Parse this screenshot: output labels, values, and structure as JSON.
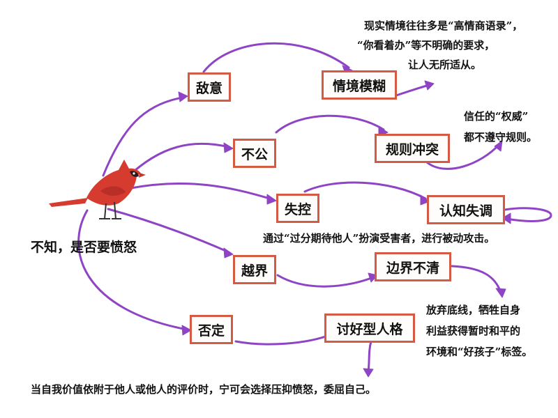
{
  "diagram": {
    "center_label": "不知，是否要愤怒",
    "nodes": {
      "diyi": "敌意",
      "qingjing": "情境模糊",
      "bugong": "不公",
      "guize": "规则冲突",
      "shikong": "失控",
      "renzhi": "认知失调",
      "yuejie": "越界",
      "bianjie": "边界不清",
      "fouding": "否定",
      "taohao": "讨好型人格"
    },
    "notes": {
      "qingjing": [
        "现实情境往往多是“高情商语录”，",
        "“你看着办”等不明确的要求，",
        "让人无所适从。"
      ],
      "guize": [
        "信任的“权威”",
        "都不遵守规则。"
      ],
      "renzhi": "通过“过分期待他人”扮演受害者，进行被动攻击。",
      "bianjie": [
        "放弃底线，牺牲自身",
        "利益获得暂时和平的",
        "环境和“好孩子”标签。"
      ],
      "taohao": "当自我价值依附于他人或他人的评价时，宁可会选择压抑愤怒，委屈自己。"
    },
    "colors": {
      "arrow": "#8e44c4",
      "box_border": "#d45a44",
      "bird": "#d63b30"
    },
    "icons": [
      "cardinal-bird-icon"
    ]
  }
}
